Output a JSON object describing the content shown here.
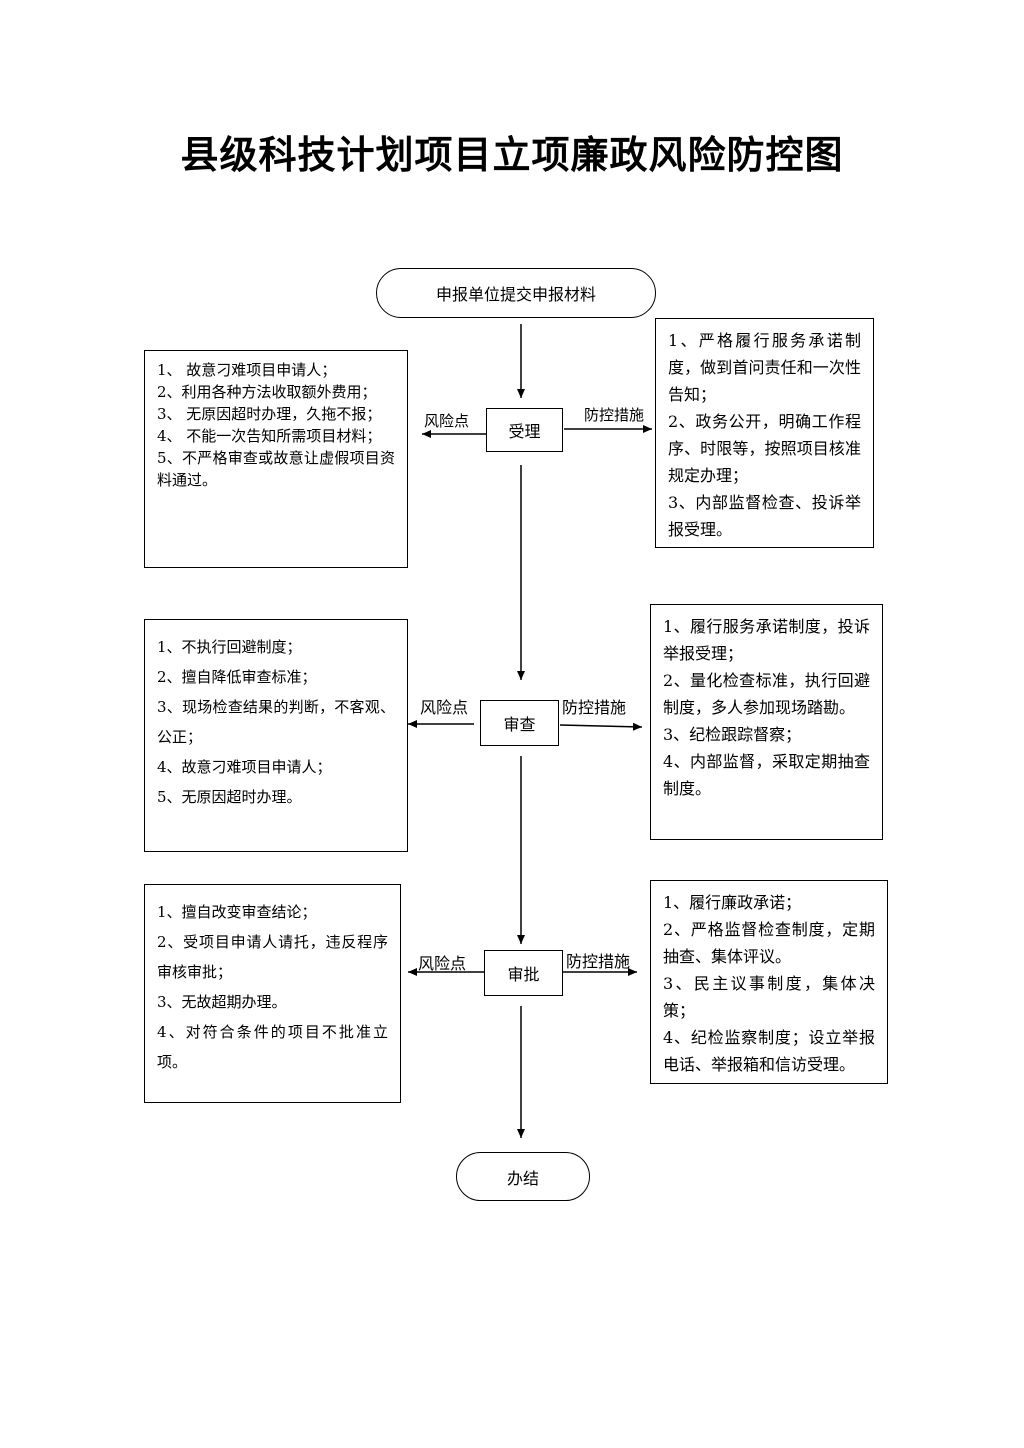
{
  "title": "县级科技计划项目立项廉政风险防控图",
  "flow": {
    "start": "申报单位提交申报材料",
    "steps": [
      {
        "name": "受理",
        "risk_label": "风险点",
        "measure_label": "防控措施"
      },
      {
        "name": "审查",
        "risk_label": "风险点",
        "measure_label": "防控措施"
      },
      {
        "name": "审批",
        "risk_label": "风险点",
        "measure_label": "防控措施"
      }
    ],
    "end": "办结"
  },
  "risks": [
    {
      "items": [
        "1、  故意刁难项目申请人；",
        "2、利用各种方法收取额外费用；",
        "3、  无原因超时办理，久拖不报；",
        "4、  不能一次告知所需项目材料；",
        "5、不严格审查或故意让虚假项目资料通过。"
      ]
    },
    {
      "items": [
        "1、不执行回避制度；",
        "2、擅自降低审查标准；",
        "3、现场检查结果的判断，不客观、公正；",
        "4、故意刁难项目申请人；",
        "5、无原因超时办理。"
      ]
    },
    {
      "items": [
        "1、擅自改变审查结论；",
        "2、受项目申请人请托，违反程序审核审批；",
        "3、无故超期办理。",
        "4、对符合条件的项目不批准立项。"
      ]
    }
  ],
  "measures": [
    {
      "items": [
        "1、严格履行服务承诺制度，做到首问责任和一次性告知；",
        "2、政务公开，明确工作程序、时限等，按照项目核准规定办理；",
        "3、内部监督检查、投诉举报受理。"
      ]
    },
    {
      "items": [
        "1、履行服务承诺制度，投诉举报受理；",
        "2、量化检查标准，执行回避制度，多人参加现场踏勘。",
        "3、纪检跟踪督察；",
        "4、内部监督，采取定期抽查制度。"
      ]
    },
    {
      "items": [
        "1、履行廉政承诺；",
        "2、严格监督检查制度，定期抽查、集体评议。",
        "3、民主议事制度，集体决策；",
        "4、纪检监察制度；设立举报电话、举报箱和信访受理。"
      ]
    }
  ]
}
